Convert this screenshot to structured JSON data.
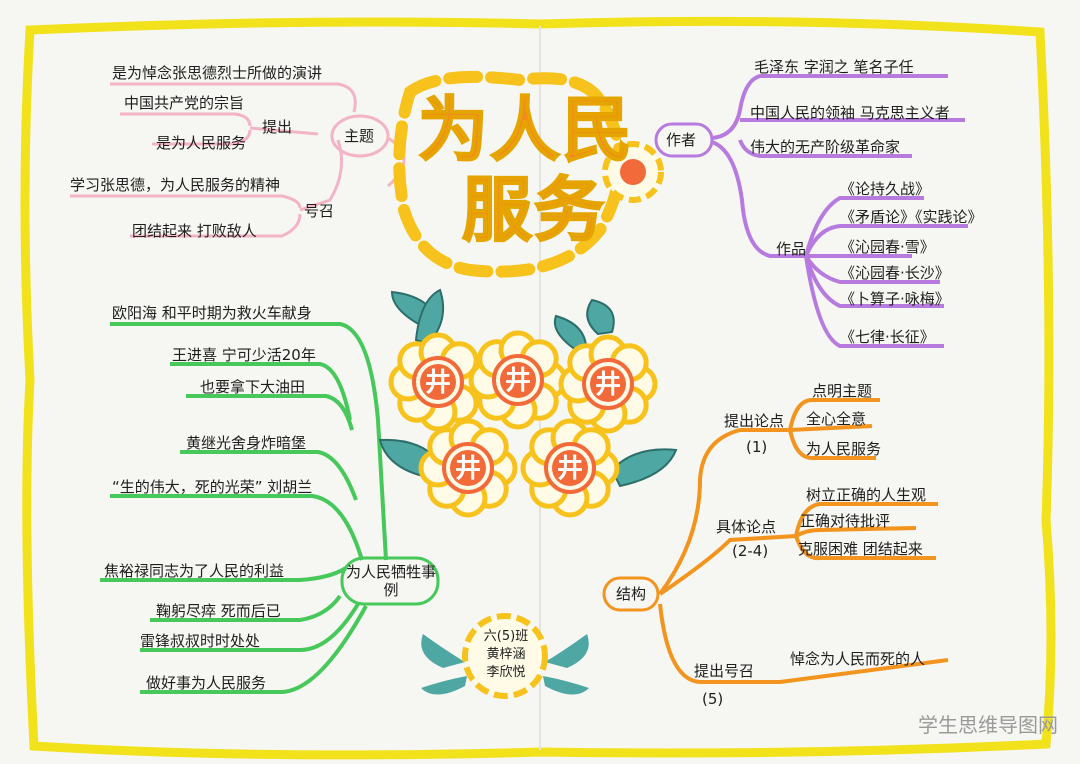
{
  "title": {
    "line1": "为人民",
    "line2": "服务"
  },
  "flower_glyph": "井",
  "theme_branch": {
    "center": "主题",
    "propose": {
      "label": "提出",
      "items": [
        "是为悼念张思德烈士所做的演讲",
        "中国共产党的宗旨",
        "是为人民服务"
      ]
    },
    "call": {
      "label": "号召",
      "items": [
        "学习张思德，为人民服务的精神",
        "团结起来 打败敌人"
      ]
    }
  },
  "author_branch": {
    "center": "作者",
    "items": [
      "毛泽东   字润之   笔名子任",
      "中国人民的领袖   马克思主义者",
      "伟大的无产阶级革命家"
    ],
    "works": {
      "label": "作品",
      "items": [
        "《论持久战》",
        "《矛盾论》《实践论》",
        "《沁园春·雪》",
        "《沁园春·长沙》",
        "《卜算子·咏梅》",
        "《七律·长征》"
      ]
    }
  },
  "examples_branch": {
    "center": "为人民牺牲事例",
    "items": [
      "欧阳海   和平时期为救火车献身",
      "王进喜   宁可少活20年",
      "也要拿下大油田",
      "黄继光舍身炸暗堡",
      "“生的伟大，死的光荣” 刘胡兰",
      "焦裕禄同志为了人民的利益",
      "鞠躬尽瘁  死而后已",
      "雷锋叔叔时时处处",
      "做好事为人民服务"
    ]
  },
  "structure_branch": {
    "center": "结构",
    "groups": [
      {
        "label": "提出论点",
        "sub": "(1)",
        "items": [
          "点明主题",
          "全心全意",
          "为人民服务"
        ]
      },
      {
        "label": "具体论点",
        "sub": "(2-4)",
        "items": [
          "树立正确的人生观",
          "正确对待批评",
          "克服困难  团结起来"
        ]
      },
      {
        "label": "提出号召",
        "sub": "(5)",
        "items": [
          "悼念为人民而死的人"
        ]
      }
    ]
  },
  "signature": [
    "六(5)班",
    "黄梓涵",
    "李欣悦"
  ],
  "watermark": "学生思维导图网",
  "colors": {
    "frame": "#f2e21c",
    "title": "#f28a1e",
    "theme": "#f3b4c4",
    "author": "#b77be0",
    "examples": "#46c85a",
    "structure": "#f2941e",
    "leaf": "#4fa7a3",
    "petal": "#f6c21b",
    "petal_inner": "#f26a3a"
  }
}
